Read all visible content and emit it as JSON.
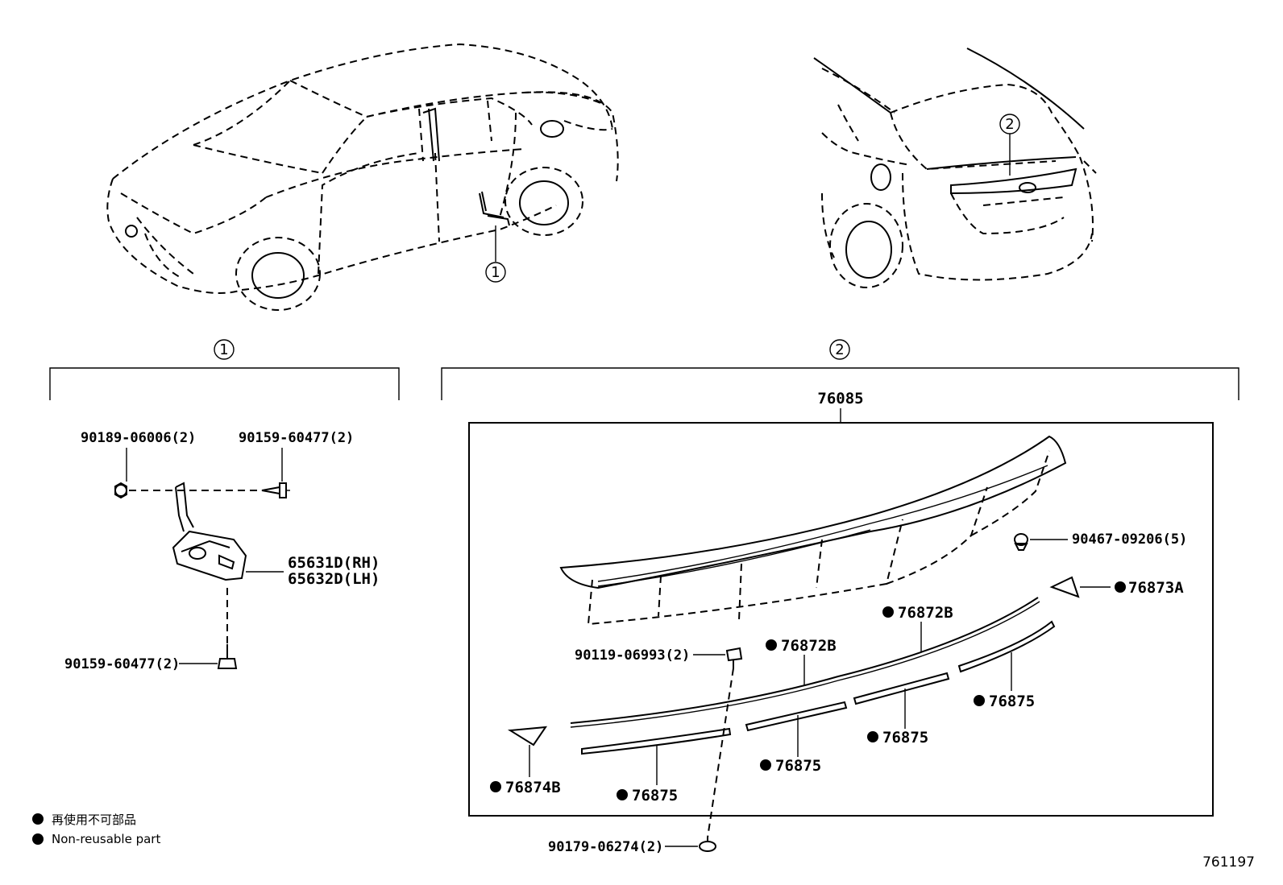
{
  "callouts": {
    "one": "1",
    "two": "2"
  },
  "parts": {
    "p76085": "76085",
    "p90189": "90189-06006(2)",
    "p90159_top": "90159-60477(2)",
    "p65631": "65631D(RH)",
    "p65632": "65632D(LH)",
    "p90159_bot": "90159-60477(2)",
    "p90467": "90467-09206(5)",
    "p76873A": "76873A",
    "p76872B_a": "76872B",
    "p76872B_b": "76872B",
    "p90119": "90119-06993(2)",
    "p76875_a": "76875",
    "p76875_b": "76875",
    "p76875_c": "76875",
    "p76875_d": "76875",
    "p76874B": "76874B",
    "p90179": "90179-06274(2)"
  },
  "legend": {
    "jp": "再使用不可部品",
    "en": "Non-reusable part"
  },
  "figure_ref": "761197"
}
